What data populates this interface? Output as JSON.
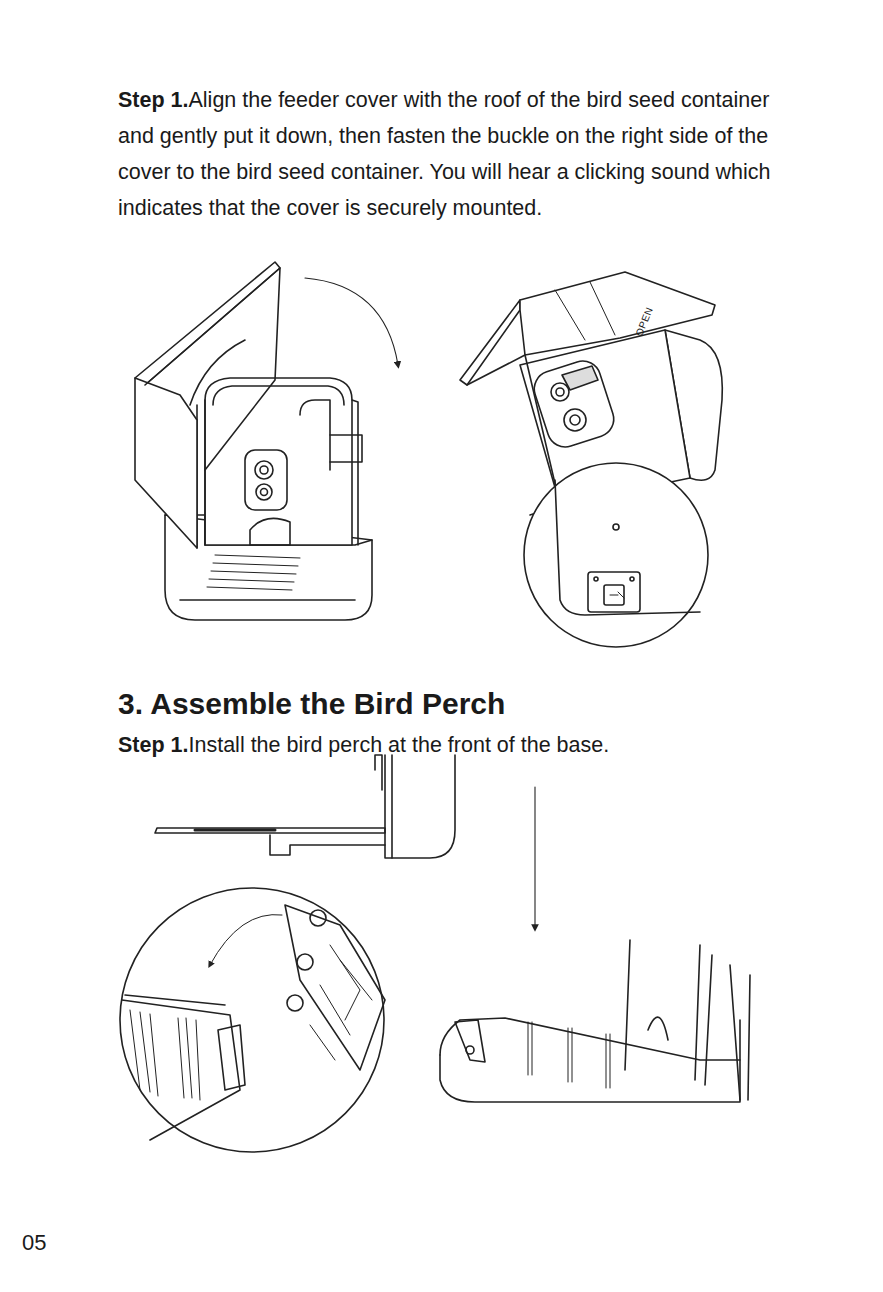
{
  "diagram": {
    "labels": [
      "Step 1.",
      "Align the feeder cover with the roof of the bird seed container and gently put it down, then fasten the buckle on the right side of the cover to the bird seed container. You will hear a clicking sound which indicates that the cover is securely mounted.",
      "OPEN",
      "3. Assemble the Bird Perch",
      "Step 1.",
      "Install the bird perch at the front of the base.",
      "05"
    ]
  }
}
